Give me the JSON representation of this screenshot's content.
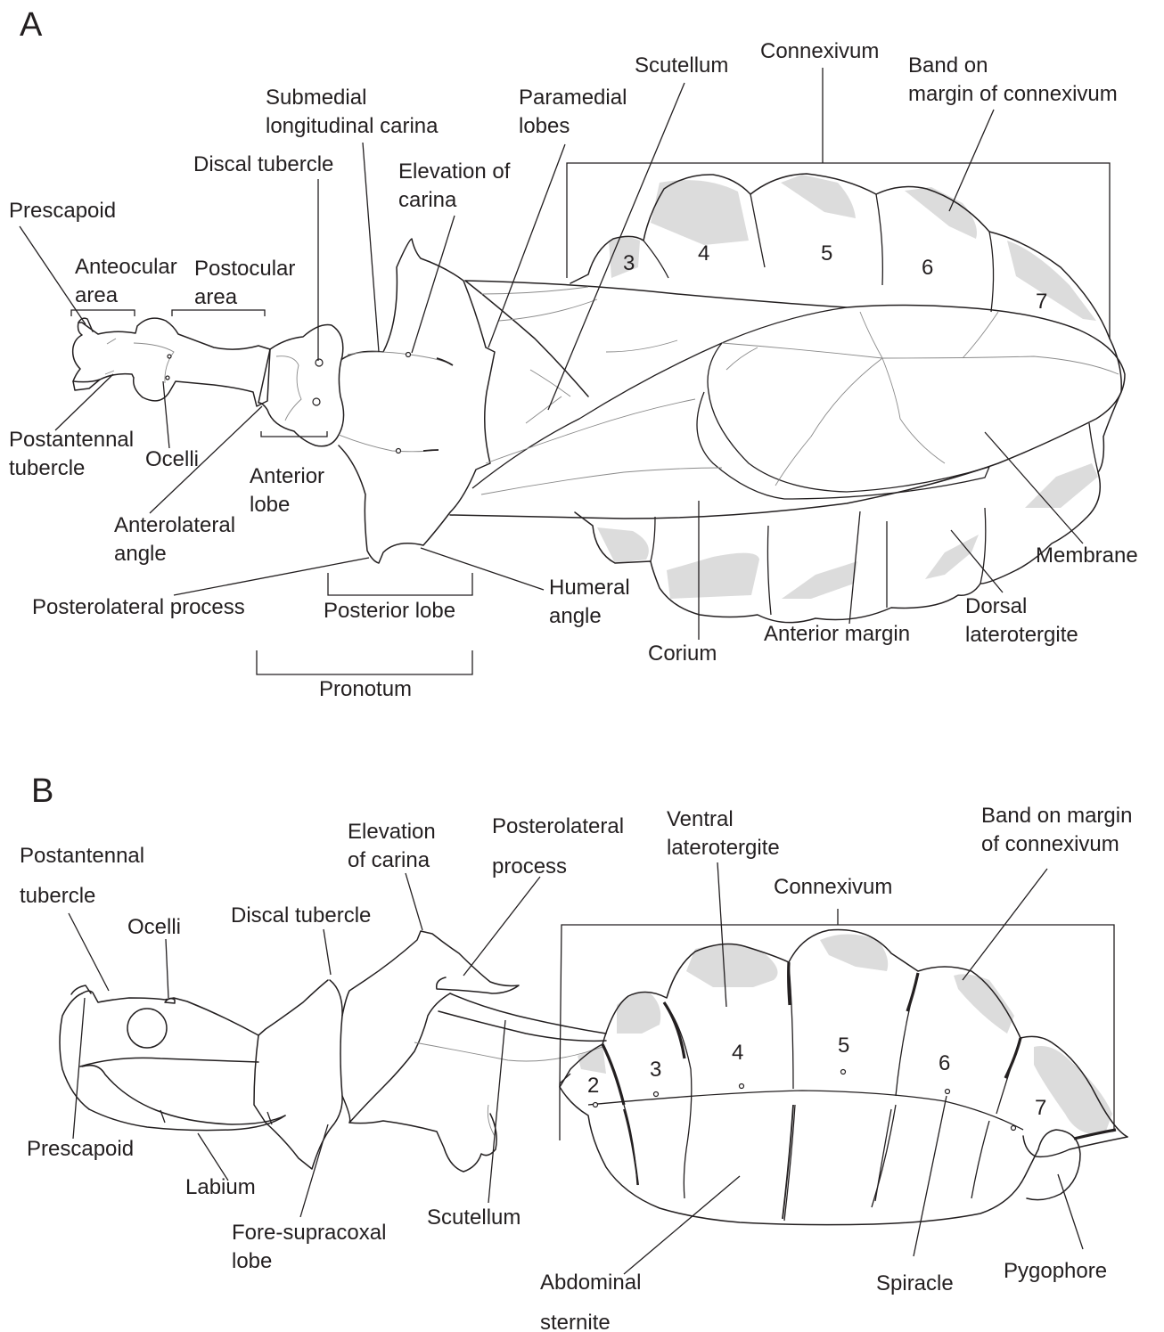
{
  "panels": {
    "a": {
      "letter": "A",
      "labels": {
        "prescapoid": "Prescapoid",
        "anteocular_area": "Anteocular\narea",
        "postocular_area": "Postocular\narea",
        "discal_tubercle": "Discal tubercle",
        "submedial_carina": "Submedial\nlongitudinal carina",
        "elevation_of_carina": "Elevation of\ncarina",
        "paramedial_lobes": "Paramedial\nlobes",
        "scutellum": "Scutellum",
        "connexivum": "Connexivum",
        "band_on_margin": "Band on\nmargin of connexivum",
        "postantennal_tubercle": "Postantennal\ntubercle",
        "ocelli": "Ocelli",
        "anterolateral_angle": "Anterolateral\nangle",
        "anterior_lobe": "Anterior\nlobe",
        "posterolateral_process": "Posterolateral process",
        "posterior_lobe": "Posterior lobe",
        "humeral_angle": "Humeral\nangle",
        "pronotum": "Pronotum",
        "corium": "Corium",
        "anterior_margin": "Anterior margin",
        "dorsal_laterotergite": "Dorsal\nlaterotergite",
        "membrane": "Membrane"
      },
      "segment_numbers": [
        "3",
        "4",
        "5",
        "6",
        "7"
      ]
    },
    "b": {
      "letter": "B",
      "labels": {
        "postantennal_tubercle": "Postantennal\n\ntubercle",
        "ocelli": "Ocelli",
        "discal_tubercle": "Discal tubercle",
        "elevation_of_carina": "Elevation\nof carina",
        "posterolateral_process": "Posterolateral\n\nprocess",
        "ventral_laterotergite": "Ventral\nlaterotergite",
        "connexivum": "Connexivum",
        "band_on_margin": "Band on margin\nof connexivum",
        "prescapoid": "Prescapoid",
        "labium": "Labium",
        "fore_supracoxal_lobe": "Fore-supracoxal\nlobe",
        "scutellum": "Scutellum",
        "abdominal_sternite": "Abdominal\n\nsternite",
        "spiracle": "Spiracle",
        "pygophore": "Pygophore"
      },
      "segment_numbers": [
        "2",
        "3",
        "4",
        "5",
        "6",
        "7"
      ]
    }
  }
}
